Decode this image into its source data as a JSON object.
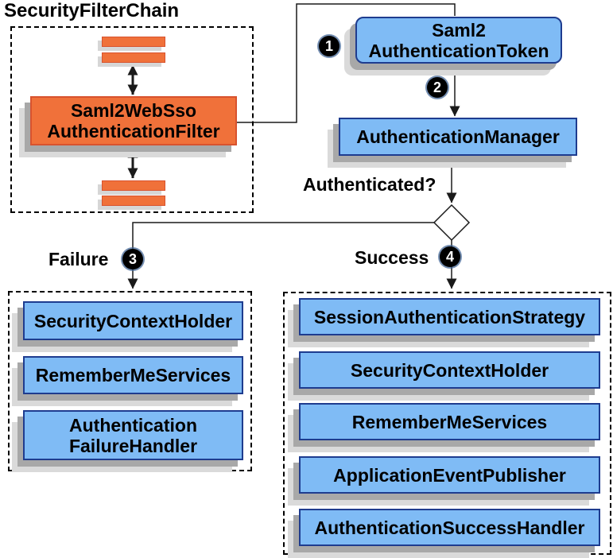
{
  "title": "SecurityFilterChain",
  "filter_chain": {
    "filter_node": [
      "Saml2WebSso",
      "AuthenticationFilter"
    ]
  },
  "token_node": [
    "Saml2",
    "AuthenticationToken"
  ],
  "manager_node": [
    "AuthenticationManager"
  ],
  "decision_label": "Authenticated?",
  "steps": [
    "1",
    "2",
    "3",
    "4"
  ],
  "branches": {
    "failure": {
      "label": "Failure",
      "items": [
        [
          "SecurityContextHolder"
        ],
        [
          "RememberMeServices"
        ],
        [
          "Authentication",
          "FailureHandler"
        ]
      ]
    },
    "success": {
      "label": "Success",
      "items": [
        [
          "SessionAuthenticationStrategy"
        ],
        [
          "SecurityContextHolder"
        ],
        [
          "RememberMeServices"
        ],
        [
          "ApplicationEventPublisher"
        ],
        [
          "AuthenticationSuccessHandler"
        ]
      ]
    }
  },
  "colors": {
    "node_fill_blue": "#7fbbf5",
    "node_border_blue": "#1e3c8f",
    "node_fill_orange": "#f0713a",
    "node_border_orange": "#d8532e",
    "shadow_dark": "#a8a8a8",
    "shadow_light": "#dadada",
    "badge_background": "#000000",
    "badge_text": "#ffffff",
    "line_color": "#1a1a1a"
  }
}
